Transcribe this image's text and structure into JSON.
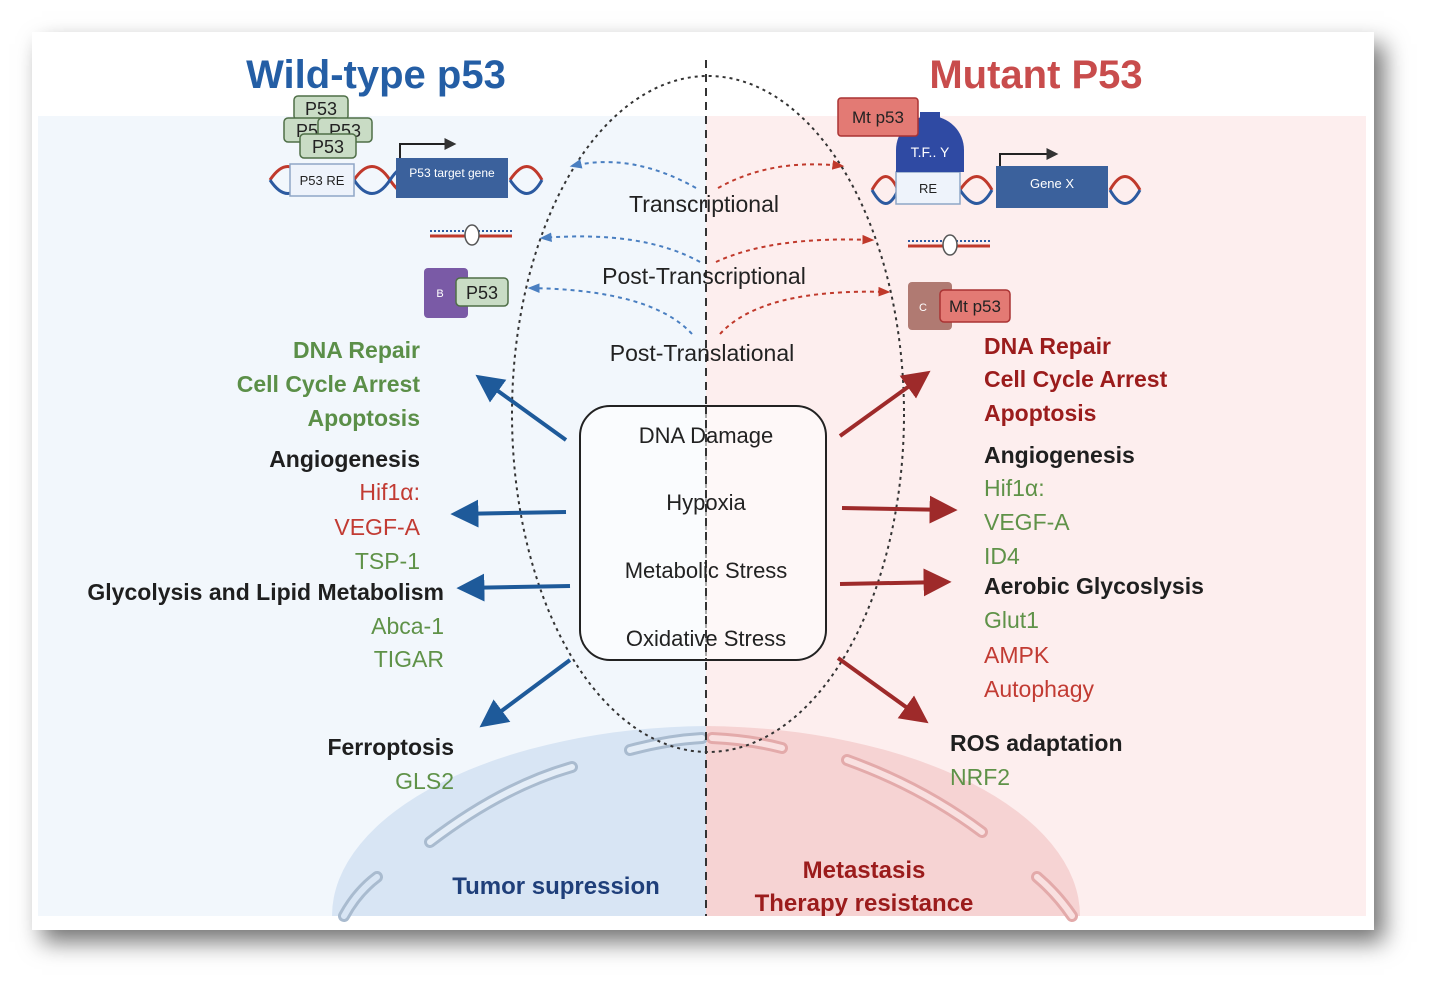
{
  "colors": {
    "wt_blue": "#245ea5",
    "mut_red": "#c84c4c",
    "green": "#5b8f48",
    "dark_green_text": "#5f9248",
    "red_text": "#c23b33",
    "dark_red_text": "#9b1c1c",
    "left_bg": "#f2f7fc",
    "right_bg": "#fdeeee",
    "cell_left": "#d8e5f4",
    "cell_right": "#f6d3d3",
    "arrow_blue": "#1e5a9a",
    "arrow_red": "#9e2a2a",
    "gene_box": "#3b619c"
  },
  "titles": {
    "left": "Wild-type p53",
    "right": "Mutant P53"
  },
  "left_gene": {
    "p53_labels": [
      "P53",
      "P53",
      "P53",
      "P53"
    ],
    "response_element": "P53 RE",
    "target_gene": "P53 target gene",
    "binder_label": "B",
    "bound_p53": "P53"
  },
  "right_gene": {
    "mt_p53": "Mt p53",
    "tf_label": "T.F.. Y",
    "response_element": "RE",
    "target_gene": "Gene X",
    "binder_label": "C",
    "bound_mt_p53": "Mt p53"
  },
  "regulation_levels": [
    "Transcriptional",
    "Post-Transcriptional",
    "Post-Translational"
  ],
  "stresses": [
    "DNA Damage",
    "Hypoxia",
    "Metabolic Stress",
    "Oxidative Stress"
  ],
  "left_outcomes": {
    "group1": [
      "DNA Repair",
      "Cell Cycle Arrest",
      "Apoptosis"
    ],
    "angiogenesis": {
      "title": "Angiogenesis",
      "items": [
        {
          "text": "Hif1α:",
          "color": "red"
        },
        {
          "text": "VEGF-A",
          "color": "red"
        },
        {
          "text": "TSP-1",
          "color": "green"
        }
      ]
    },
    "metabolism": {
      "title": "Glycolysis and Lipid Metabolism",
      "items": [
        "Abca-1",
        "TIGAR"
      ]
    },
    "ferroptosis": {
      "title": "Ferroptosis",
      "items": [
        "GLS2"
      ]
    }
  },
  "right_outcomes": {
    "group1": [
      "DNA Repair",
      "Cell Cycle Arrest",
      "Apoptosis"
    ],
    "angiogenesis": {
      "title": "Angiogenesis",
      "items": [
        {
          "text": "Hif1α:",
          "color": "green"
        },
        {
          "text": "VEGF-A",
          "color": "green"
        },
        {
          "text": "ID4",
          "color": "green"
        }
      ]
    },
    "metabolism": {
      "title": "Aerobic Glycoslysis",
      "items": [
        {
          "text": "Glut1",
          "color": "green"
        },
        {
          "text": "AMPK",
          "color": "red"
        },
        {
          "text": "Autophagy",
          "color": "red"
        }
      ]
    },
    "ros": {
      "title": "ROS adaptation",
      "items": [
        "NRF2"
      ]
    }
  },
  "bottom": {
    "left": "Tumor supression",
    "right_line1": "Metastasis",
    "right_line2": "Therapy resistance"
  }
}
